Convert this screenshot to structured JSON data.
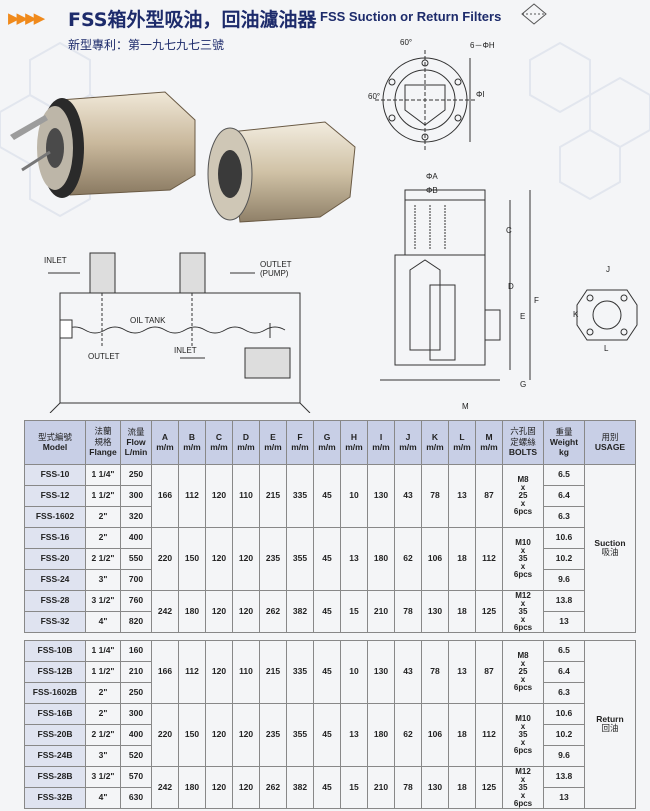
{
  "header": {
    "arrows": "▶▶▶▶",
    "title_zh": "FSS箱外型吸油，回油濾油器",
    "title_en": "FSS Suction or Return Filters",
    "patent": "新型專利：第一九七九七三號"
  },
  "diagram_labels": {
    "inlet": "INLET",
    "outlet_pump": "OUTLET\n(PUMP)",
    "oil_tank": "OIL  TANK",
    "outlet": "OUTLET",
    "inlet2": "INLET",
    "angle_60a": "60°",
    "angle_60b": "60°",
    "dim_6phiH": "6－ΦH",
    "dim_phiI": "ΦI",
    "dim_phiA": "ΦA",
    "dim_phiB": "ΦB",
    "dim_C": "C",
    "dim_D": "D",
    "dim_E": "E",
    "dim_F": "F",
    "dim_G": "G",
    "dim_M": "M",
    "dim_J": "J",
    "dim_K": "K",
    "dim_L": "L"
  },
  "table": {
    "headers": {
      "model_zh": "型式編號",
      "model_en": "Model",
      "flange_zh": "法蘭\n規格",
      "flange_en": "Flange",
      "flow_zh": "流量",
      "flow_en": "Flow",
      "flow_unit": "L/min",
      "dims": [
        "A",
        "B",
        "C",
        "D",
        "E",
        "F",
        "G",
        "H",
        "I",
        "J",
        "K",
        "L",
        "M"
      ],
      "dim_unit": "m/m",
      "bolts_zh": "六孔固\n定螺絲",
      "bolts_en": "BOLTS",
      "weight_zh": "重量",
      "weight_en": "Weight",
      "weight_unit": "kg",
      "usage_zh": "用別",
      "usage_en": "USAGE"
    },
    "suction_rows": [
      {
        "model": "FSS-10",
        "flange": "1 1/4\"",
        "flow": "250",
        "weight": "6.5"
      },
      {
        "model": "FSS-12",
        "flange": "1 1/2\"",
        "flow": "300",
        "weight": "6.4"
      },
      {
        "model": "FSS-1602",
        "flange": "2\"",
        "flow": "320",
        "weight": "6.3"
      },
      {
        "model": "FSS-16",
        "flange": "2\"",
        "flow": "400",
        "weight": "10.6"
      },
      {
        "model": "FSS-20",
        "flange": "2 1/2\"",
        "flow": "550",
        "weight": "10.2"
      },
      {
        "model": "FSS-24",
        "flange": "3\"",
        "flow": "700",
        "weight": "9.6"
      },
      {
        "model": "FSS-28",
        "flange": "3 1/2\"",
        "flow": "760",
        "weight": "13.8"
      },
      {
        "model": "FSS-32",
        "flange": "4\"",
        "flow": "820",
        "weight": "13"
      }
    ],
    "return_rows": [
      {
        "model": "FSS-10B",
        "flange": "1 1/4\"",
        "flow": "160",
        "weight": "6.5"
      },
      {
        "model": "FSS-12B",
        "flange": "1 1/2\"",
        "flow": "210",
        "weight": "6.4"
      },
      {
        "model": "FSS-1602B",
        "flange": "2\"",
        "flow": "250",
        "weight": "6.3"
      },
      {
        "model": "FSS-16B",
        "flange": "2\"",
        "flow": "300",
        "weight": "10.6"
      },
      {
        "model": "FSS-20B",
        "flange": "2 1/2\"",
        "flow": "400",
        "weight": "10.2"
      },
      {
        "model": "FSS-24B",
        "flange": "3\"",
        "flow": "520",
        "weight": "9.6"
      },
      {
        "model": "FSS-28B",
        "flange": "3 1/2\"",
        "flow": "570",
        "weight": "13.8"
      },
      {
        "model": "FSS-32B",
        "flange": "4\"",
        "flow": "630",
        "weight": "13"
      }
    ],
    "groups": [
      {
        "dims": [
          "166",
          "112",
          "120",
          "110",
          "215",
          "335",
          "45",
          "10",
          "130",
          "43",
          "78",
          "13",
          "87"
        ],
        "bolts": [
          "M8",
          "x",
          "25",
          "x",
          "6pcs"
        ]
      },
      {
        "dims": [
          "220",
          "150",
          "120",
          "120",
          "235",
          "355",
          "45",
          "13",
          "180",
          "62",
          "106",
          "18",
          "112"
        ],
        "bolts": [
          "M10",
          "x",
          "35",
          "x",
          "6pcs"
        ]
      },
      {
        "dims": [
          "242",
          "180",
          "120",
          "120",
          "262",
          "382",
          "45",
          "15",
          "210",
          "78",
          "130",
          "18",
          "125"
        ],
        "bolts": [
          "M12",
          "x",
          "35",
          "x",
          "6pcs"
        ]
      }
    ],
    "usage_suction_en": "Suction",
    "usage_suction_zh": "吸油",
    "usage_return_en": "Return",
    "usage_return_zh": "回油"
  }
}
